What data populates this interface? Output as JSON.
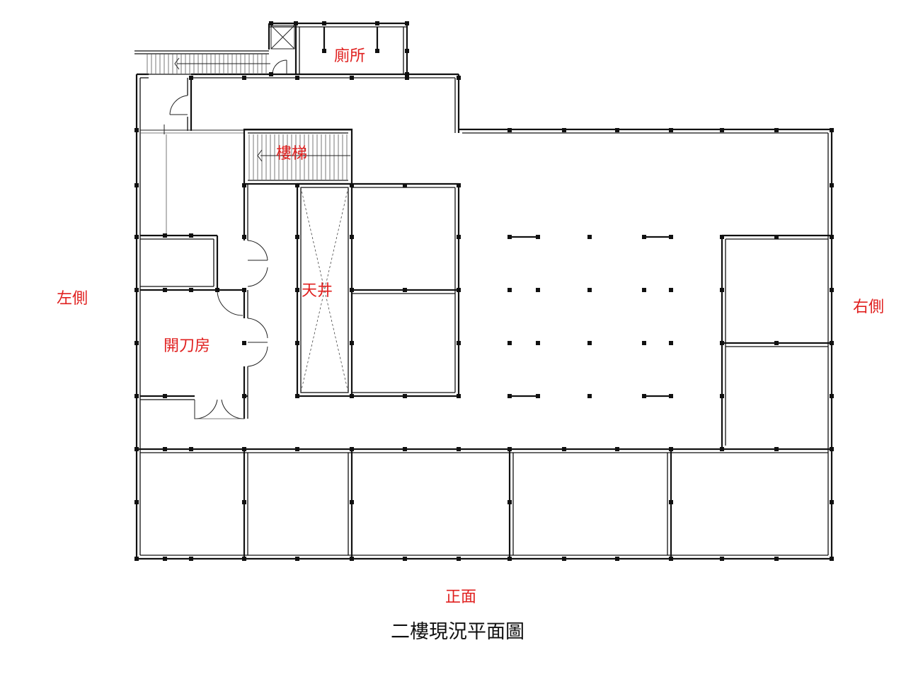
{
  "labels": {
    "toilet": "廁所",
    "stairs": "樓梯",
    "atrium": "天井",
    "knife_room": "開刀房"
  },
  "sides": {
    "left": "左側",
    "right": "右側",
    "front": "正面"
  },
  "caption": "二樓現況平面圖",
  "colors": {
    "label": "#e0201f",
    "line": "#111111"
  }
}
